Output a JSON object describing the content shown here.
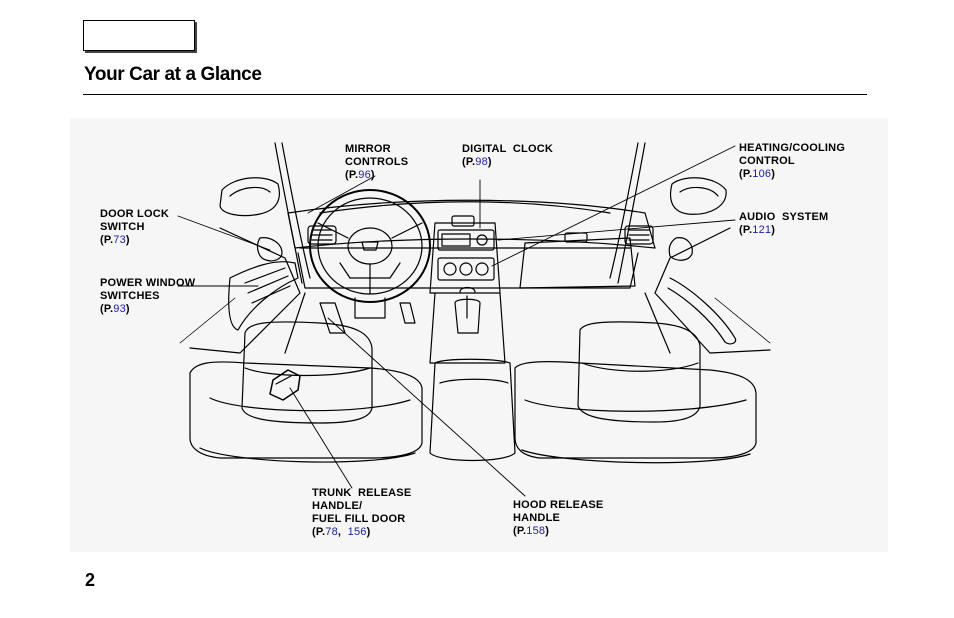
{
  "header": {
    "title": "Your Car at a Glance"
  },
  "page_number": "2",
  "labels": {
    "mirror": {
      "line1": "MIRROR",
      "line2": "CONTROLS",
      "prefix": "(P.",
      "ref": "96",
      "suffix": ")"
    },
    "clock": {
      "line1": "DIGITAL  CLOCK",
      "prefix": "(P.",
      "ref": "98",
      "suffix": ")"
    },
    "heating": {
      "line1": "HEATING/COOLING",
      "line2": "CONTROL",
      "prefix": "(P.",
      "ref": "106",
      "suffix": ")"
    },
    "door_lock": {
      "line1": "DOOR LOCK",
      "line2": "SWITCH",
      "prefix": "(P.",
      "ref": "73",
      "suffix": ")"
    },
    "audio": {
      "line1": "AUDIO  SYSTEM",
      "prefix": "(P.",
      "ref": "121",
      "suffix": ")"
    },
    "power_window": {
      "line1": "POWER WINDOW",
      "line2": "SWITCHES",
      "prefix": "(P.",
      "ref": "93",
      "suffix": ")"
    },
    "trunk": {
      "line1": "TRUNK  RELEASE",
      "line2": "HANDLE/",
      "line3": "FUEL FILL DOOR",
      "prefix": "(P.",
      "ref1": "78",
      "sep": ",  ",
      "ref2": "156",
      "suffix": ")"
    },
    "hood": {
      "line1": "HOOD RELEASE",
      "line2": "HANDLE",
      "prefix": "(P.",
      "ref": "158",
      "suffix": ")"
    }
  },
  "colors": {
    "link": "#1a1ab8",
    "line_art": "#000000",
    "figure_bg": "#f6f6f6"
  }
}
